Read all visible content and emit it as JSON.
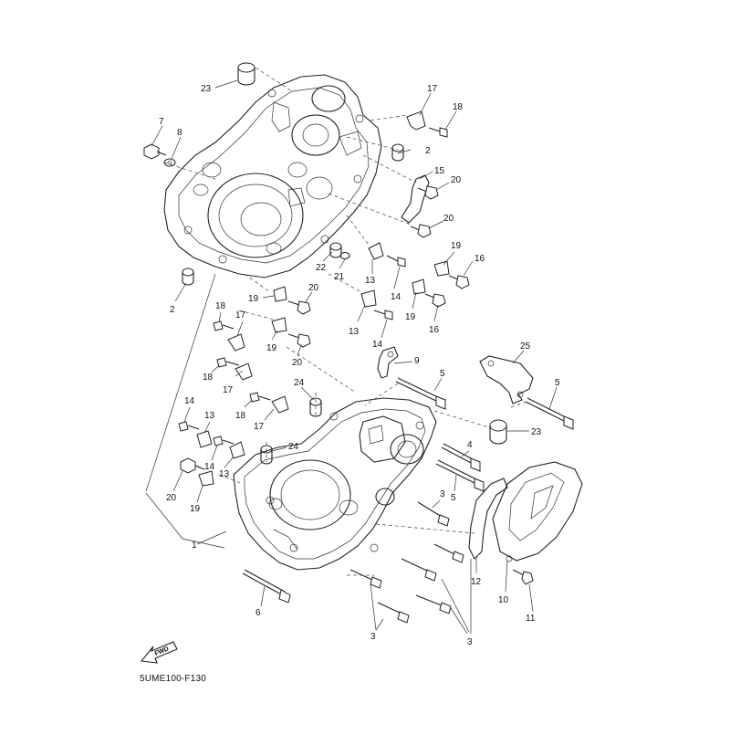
{
  "diagram_code": "5UME100-F130",
  "fwd_label": "FWD",
  "callouts": [
    "1",
    "2",
    "3",
    "4",
    "5",
    "6",
    "7",
    "8",
    "9",
    "10",
    "11",
    "12",
    "13",
    "14",
    "15",
    "16",
    "17",
    "18",
    "19",
    "20",
    "21",
    "22",
    "23",
    "24",
    "25"
  ]
}
